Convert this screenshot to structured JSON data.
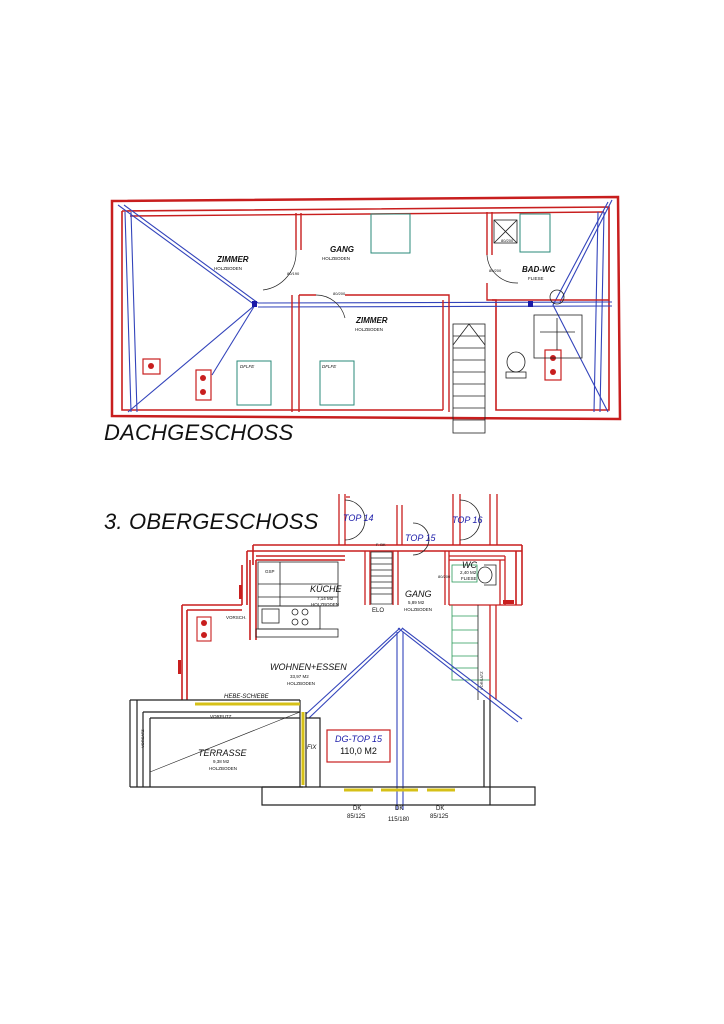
{
  "headings": {
    "upper_floor": "DACHGESCHOSS",
    "lower_floor": "3. OBERGESCHOSS"
  },
  "dachgeschoss": {
    "rooms": [
      {
        "name": "ZIMMER",
        "floor": "HOLZBODEN"
      },
      {
        "name": "GANG",
        "floor": "HOLZBODEN"
      },
      {
        "name": "ZIMMER",
        "floor": "HOLZBODEN"
      },
      {
        "name": "BAD-WC",
        "floor": "FLIESE"
      }
    ],
    "dflfe": [
      "DFLFE",
      "DFLFE"
    ],
    "doors": [
      "80/190",
      "80/200",
      "80/200",
      "80/200"
    ]
  },
  "obergeschoss": {
    "tops": [
      "TOP 14",
      "TOP 15",
      "TOP 16"
    ],
    "rooms": [
      {
        "name": "KÜCHE",
        "area": "7,14 M2",
        "floor": "HOLZBODEN"
      },
      {
        "name": "GANG",
        "area": "5,89 M2",
        "floor": "HOLZBODEN"
      },
      {
        "name": "WC",
        "area": "2,40 M2",
        "floor": "FLIESE"
      },
      {
        "name": "WOHNEN+ESSEN",
        "area": "33,97 M2",
        "floor": "HOLZBODEN"
      },
      {
        "name": "TERRASSE",
        "area": "9,38 M2",
        "floor": "HOLZBODEN"
      }
    ],
    "labels": {
      "elo": "ELO",
      "gsp": "GSP",
      "vorsch": "VORSCH.",
      "hebe": "HEBE-SCHIEBE",
      "fix": "FIX",
      "vorputz": "VORPUTZ",
      "vorsatz": "VORSATZ",
      "vorsatz2": "VORSATZ",
      "fbk": "F. BK",
      "door_gang": "80/200"
    },
    "unit_box": {
      "name": "DG-TOP 15",
      "area": "110,0 M2"
    },
    "windows": [
      {
        "code": "DK",
        "size": "85/125"
      },
      {
        "code": "DK",
        "size": "115/180"
      },
      {
        "code": "DK",
        "size": "85/125"
      }
    ]
  }
}
